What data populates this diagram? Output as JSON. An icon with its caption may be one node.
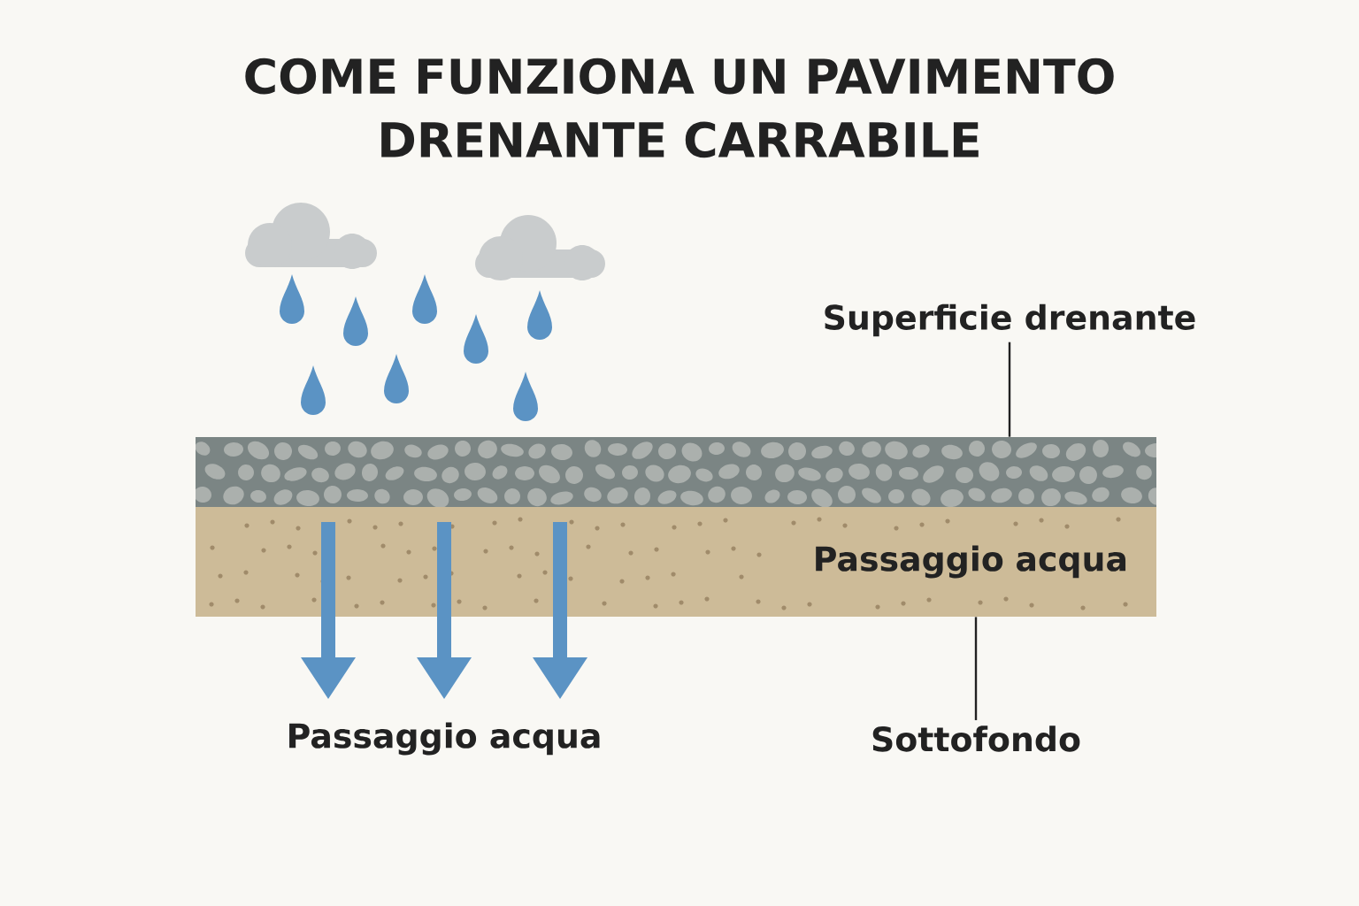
{
  "diagram": {
    "title": "COME FUNZIONA UN PAVIMENTO DRENANTE CARRABILE",
    "nodes": [
      {
        "text": [
          "Superficie drenante"
        ]
      },
      {
        "text": [],
        "shape": "box"
      },
      {
        "text": [
          "Passaggio acqua"
        ]
      },
      {
        "text": [
          "Sottofondo"
        ]
      }
    ],
    "edges": [
      {
        "from": 0,
        "to": 1,
        "arrow": "none"
      },
      {
        "from": 3,
        "to": 2,
        "arrow": "none"
      }
    ],
    "labels": [
      "Passaggio acqua"
    ]
  }
}
